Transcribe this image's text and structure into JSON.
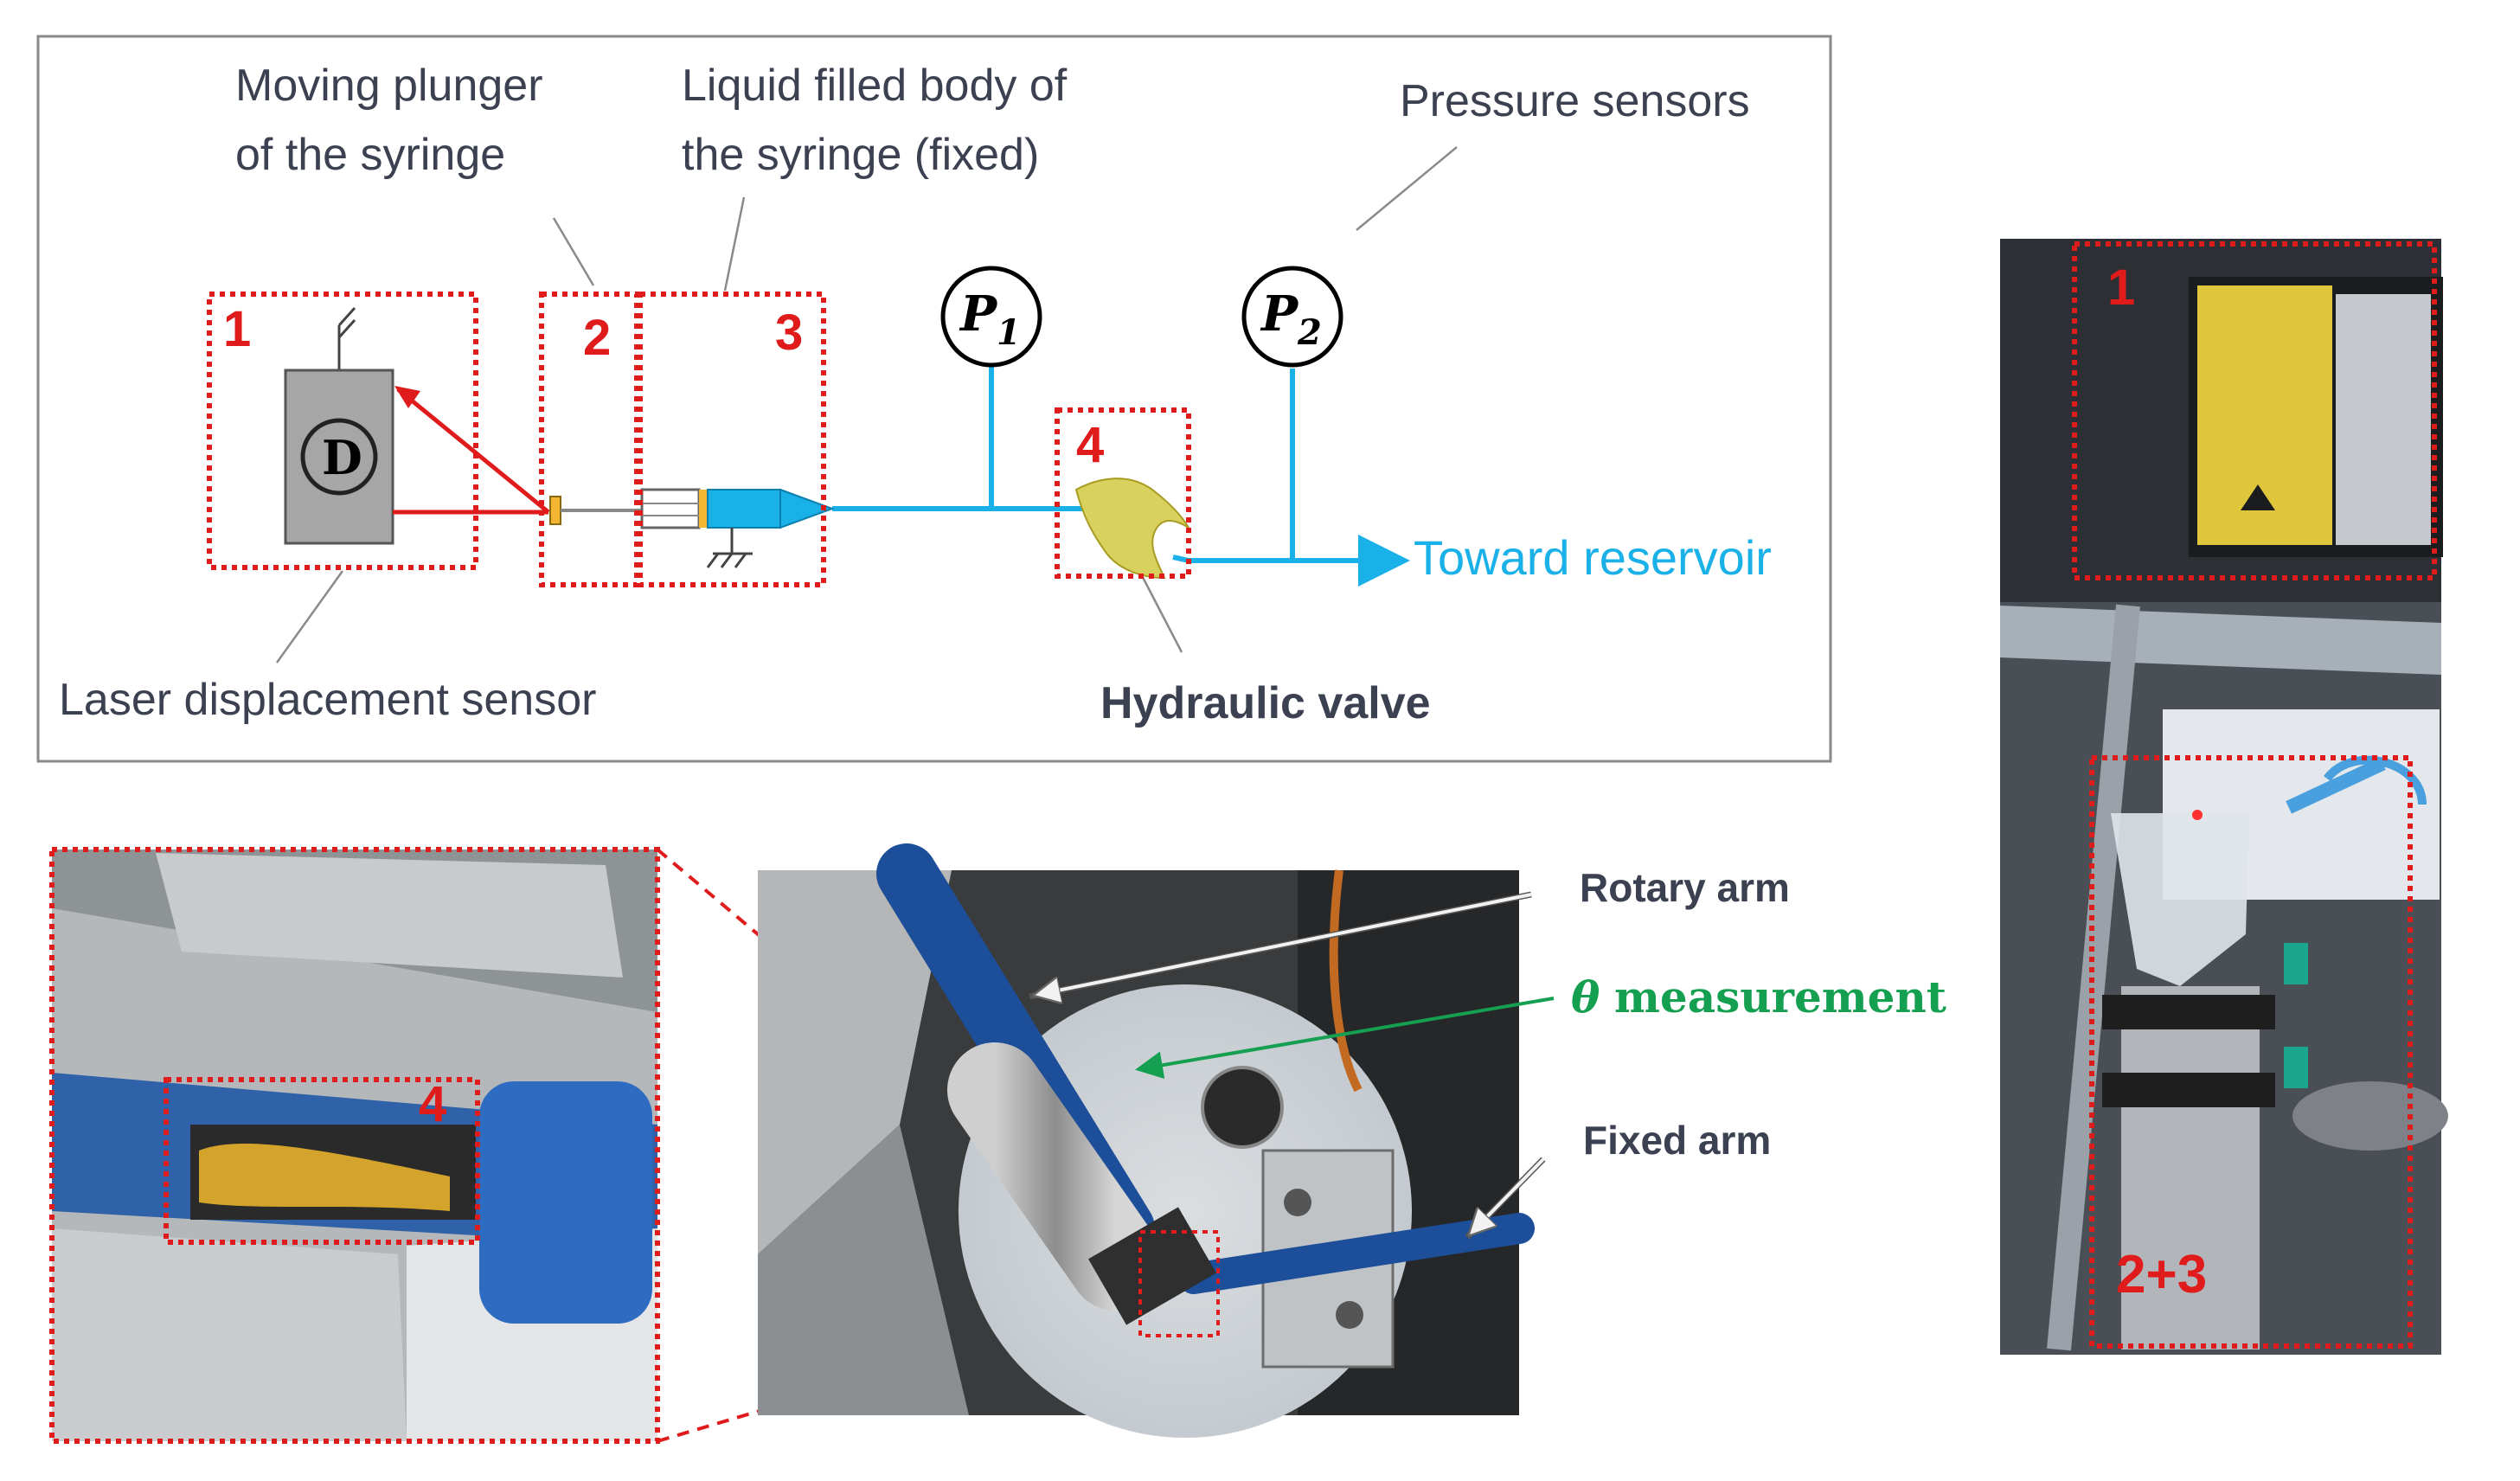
{
  "schematic": {
    "label_plunger": [
      "Moving plunger",
      "of the syringe"
    ],
    "label_body": [
      "Liquid filled body of",
      "the syringe (fixed)"
    ],
    "label_pressure": "Pressure sensors",
    "label_laser": "Laser displacement sensor",
    "label_valve": "Hydraulic valve",
    "label_reservoir": "Toward reservoir",
    "detector_letter": "D",
    "p1": {
      "letter": "P",
      "sub": "1"
    },
    "p2": {
      "letter": "P",
      "sub": "2"
    },
    "box_numbers": [
      "1",
      "2",
      "3",
      "4"
    ]
  },
  "photos": {
    "zoom_number": "4",
    "label_rotary_arm": "Rotary arm",
    "label_theta_symbol": "θ",
    "label_theta_text": "measurement",
    "label_fixed_arm": "Fixed arm",
    "right_number_top": "1",
    "right_number_bottom": "2+3"
  },
  "colors": {
    "red_dotted": "#e01b1b",
    "pipe_blue": "#1ab0e8",
    "theta_green": "#14a050",
    "text_gray": "#3b4150"
  }
}
